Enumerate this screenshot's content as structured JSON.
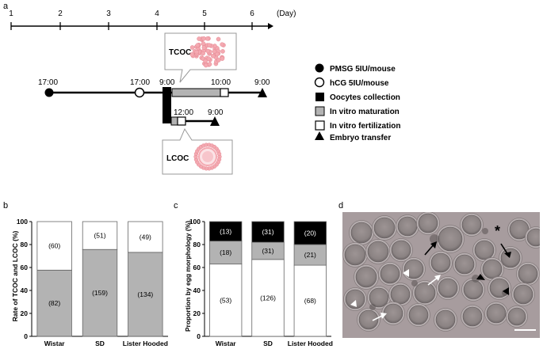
{
  "panel_a": {
    "panel_label": "a",
    "day_label": "(Day)",
    "day_ticks": [
      "1",
      "2",
      "3",
      "4",
      "5",
      "6"
    ],
    "tcoc_label": "TCOC",
    "lcoc_label": "LCOC",
    "times": {
      "pmsg": "17:00",
      "hcg": "17:00",
      "collection": "9:00",
      "ivf_tcoc": "10:00",
      "et_tcoc": "9:00",
      "ivf_lcoc": "12:00",
      "et_lcoc": "9:00"
    },
    "legend": [
      {
        "icon": "filled-circle-icon",
        "label": "PMSG 5IU/mouse"
      },
      {
        "icon": "open-circle-icon",
        "label": "hCG 5IU/mouse"
      },
      {
        "icon": "filled-square-icon",
        "label": "Oocytes collection"
      },
      {
        "icon": "gray-square-icon",
        "label": "In vitro maturation"
      },
      {
        "icon": "open-square-icon",
        "label": "In vitro fertilization"
      },
      {
        "icon": "filled-triangle-icon",
        "label": "Embryo transfer"
      }
    ],
    "colors": {
      "maturation": "#b3b3b3",
      "oocyte": "#f4a9b1"
    }
  },
  "chart_data": [
    {
      "panel_label": "b",
      "type": "bar",
      "stacked": true,
      "categories": [
        "Wistar",
        "SD",
        "Lister Hooded"
      ],
      "ylabel": "Rate of TCOC and LCOC (%)",
      "ylim": [
        0,
        100
      ],
      "yticks": [
        "0",
        "20",
        "40",
        "60",
        "80",
        "100"
      ],
      "series": [
        {
          "color": "#b3b3b3",
          "values": [
            57.7,
            75.7,
            73.2
          ],
          "labels": [
            "(82)",
            "(159)",
            "(134)"
          ]
        },
        {
          "color": "#ffffff",
          "values": [
            42.3,
            24.3,
            26.8
          ],
          "labels": [
            "(60)",
            "(51)",
            "(49)"
          ]
        }
      ]
    },
    {
      "panel_label": "c",
      "type": "bar",
      "stacked": true,
      "categories": [
        "Wistar",
        "SD",
        "Lister Hooded"
      ],
      "ylabel": "Proportion by egg morphology (%)",
      "ylim": [
        0,
        100
      ],
      "yticks": [
        "0",
        "20",
        "40",
        "60",
        "80",
        "100"
      ],
      "series": [
        {
          "color": "#ffffff",
          "values": [
            63,
            67,
            62
          ],
          "labels": [
            "(53)",
            "(126)",
            "(68)"
          ]
        },
        {
          "color": "#b3b3b3",
          "values": [
            20,
            15,
            18
          ],
          "labels": [
            "(18)",
            "(31)",
            "(21)"
          ]
        },
        {
          "color": "#000000",
          "values": [
            17,
            18,
            20
          ],
          "labels": [
            "(13)",
            "(31)",
            "(20)"
          ]
        }
      ]
    }
  ],
  "panel_d": {
    "panel_label": "d",
    "asterisk": "*",
    "background_color": "#a79c9e"
  }
}
